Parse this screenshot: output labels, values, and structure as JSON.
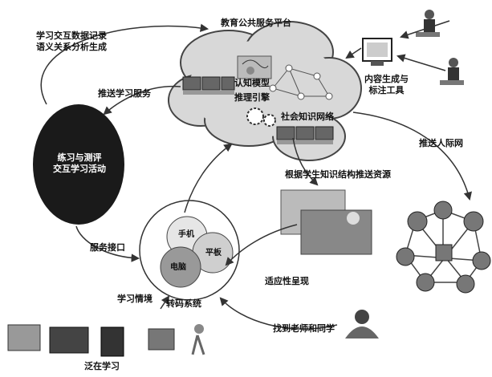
{
  "platform": "教育公共服务平台",
  "cloud": {
    "cognitive_model": "认知模型",
    "inference_engine": "推理引擎",
    "social_network": "社会知识网络"
  },
  "content_tools": "内容生成与\n标注工具",
  "data_record": "学习交互数据记录\n语义关系分析生成",
  "push_learning": "推送学习服务",
  "push_people": "推送人际网",
  "push_resources": "根据学生知识结构推送资源",
  "activities": "练习与测评\n交互学习活动",
  "service_interface": "服务接口",
  "devices": {
    "phone": "手机",
    "tablet": "平板",
    "computer": "电脑"
  },
  "transcoding": "转码系统",
  "adaptive_display": "适应性呈现",
  "learning_context": "学习情境",
  "ubiquitous": "泛在学习",
  "find_people": "找到老师和同学"
}
